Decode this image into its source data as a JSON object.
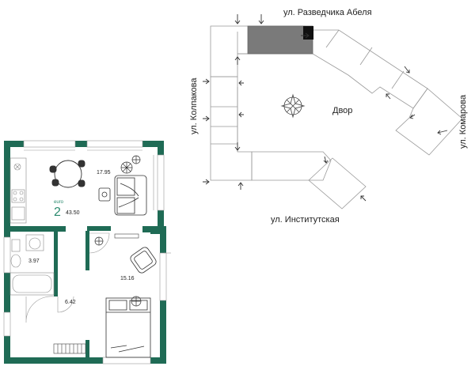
{
  "apartment": {
    "type_label": "euro",
    "rooms": "2",
    "total_area": "43.50",
    "room_areas": {
      "kitchen_living": "17.95",
      "bathroom": "3.97",
      "hall": "6.42",
      "bedroom": "15.16"
    }
  },
  "site_plan": {
    "streets": {
      "top": "ул. Разведчика Абеля",
      "left": "ул. Колпакова",
      "bottom": "ул. Институтская",
      "right": "ул. Комарова"
    },
    "courtyard_label": "Двор"
  },
  "colors": {
    "wall": "#1f6b55",
    "line": "#999999",
    "current_building": "#7a7a7a",
    "marker": "#111111"
  }
}
